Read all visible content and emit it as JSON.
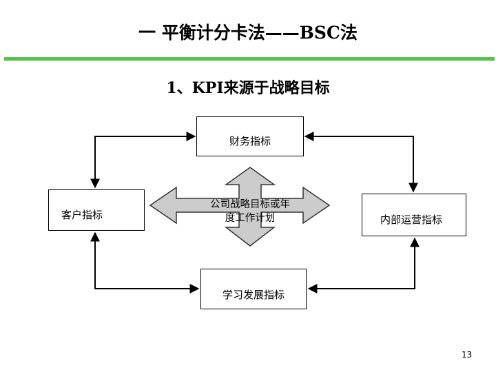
{
  "title": "一  平衡计分卡法——BSC法",
  "subtitle": "1、KPI来源于战略目标",
  "nodes": {
    "finance": "财务指标",
    "customer": "客户指标",
    "internal": "内部运营指标",
    "learning": "学习发展指标",
    "center_line1": "公司战略目标或年",
    "center_line2": "度工作计划"
  },
  "page_number": "13",
  "colors": {
    "divider": "#55c24a",
    "arrow_fill": "#cccccc",
    "stroke": "#000000"
  }
}
